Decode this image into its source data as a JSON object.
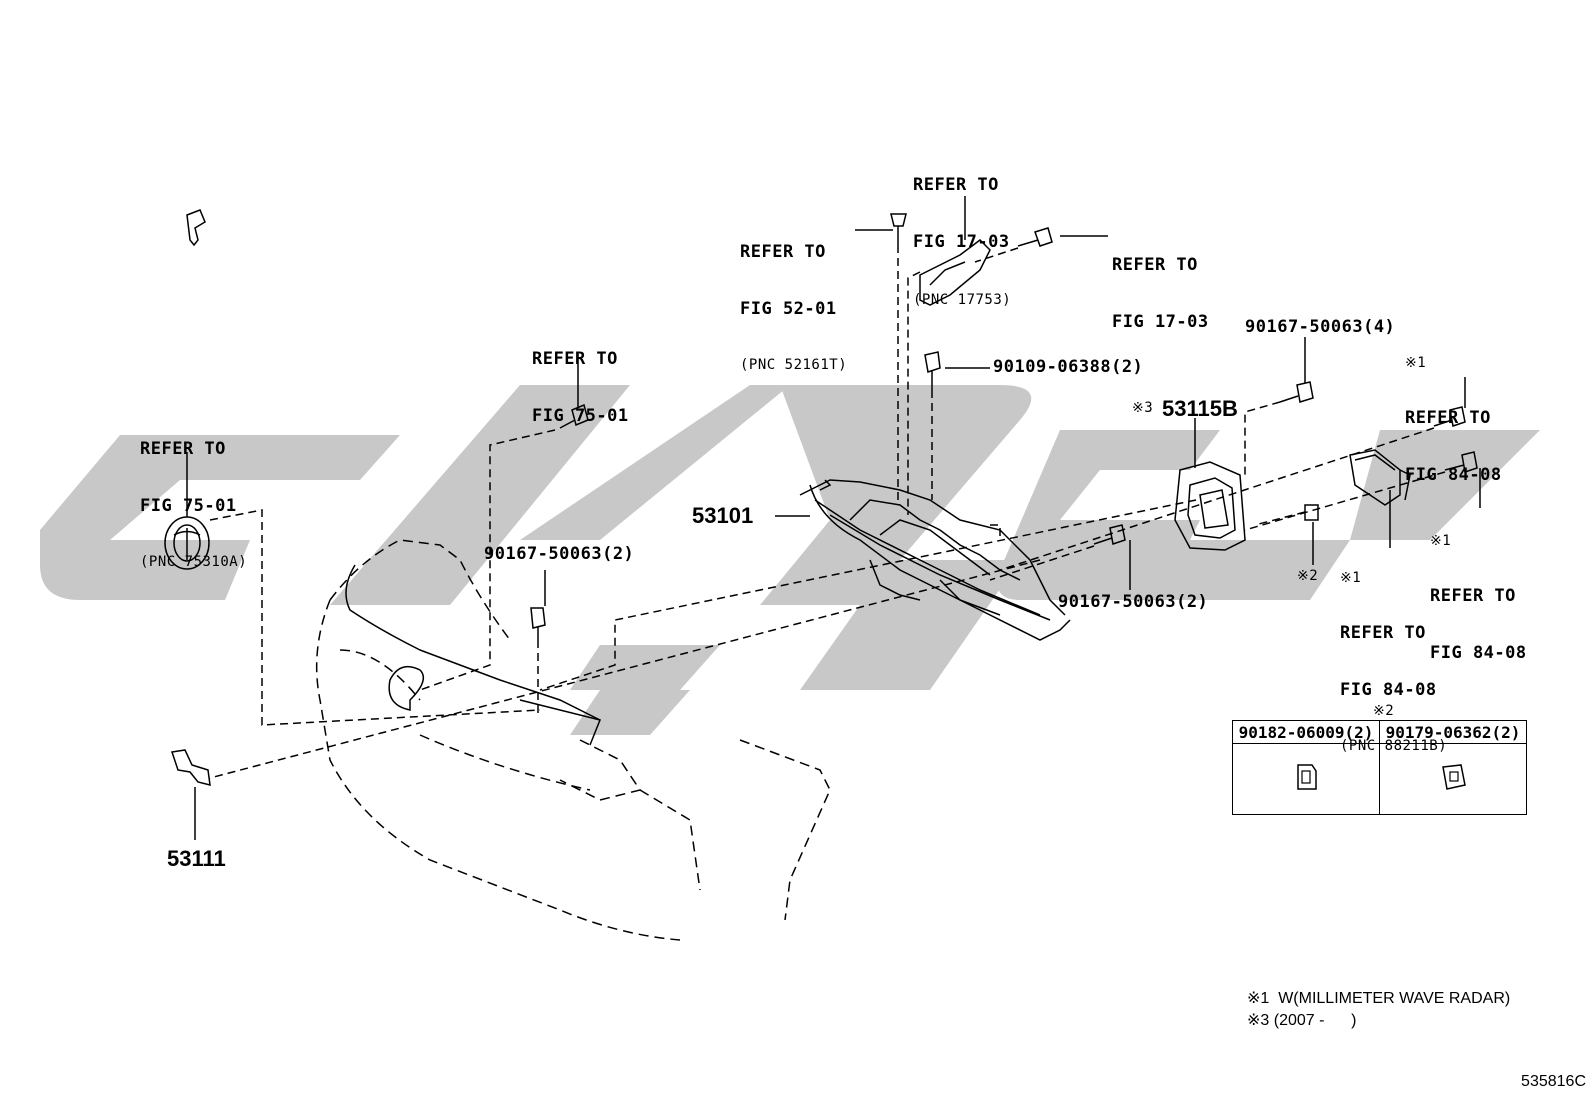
{
  "labels": {
    "emblem_ref": {
      "line1": "REFER TO",
      "line2": "FIG 75-01",
      "line3": "(PNC 75310A)"
    },
    "screw_left_ref": {
      "line1": "REFER TO",
      "line2": "FIG 75-01"
    },
    "clip_ref": {
      "line1": "REFER TO",
      "line2": "FIG 52-01",
      "line3": "(PNC 52161T)"
    },
    "bracket_ref": {
      "line1": "REFER TO",
      "line2": "FIG 17-03",
      "line3": "(PNC 17753)"
    },
    "bolt_top_right_ref": {
      "line1": "REFER TO",
      "line2": "FIG 17-03"
    },
    "bolt_mid": "90109-06388(2)",
    "screw_top_right": "90167-50063(4)",
    "screw_center": "90167-50063(2)",
    "screw_lower_left": "90167-50063(2)",
    "radar_ref_1": {
      "mark": "※1",
      "line1": "REFER TO",
      "line2": "FIG 84-08"
    },
    "radar_ref_2": {
      "mark": "※1",
      "line1": "REFER TO",
      "line2": "FIG 84-08"
    },
    "radar_ref_3": {
      "mark": "※1",
      "line1": "REFER TO",
      "line2": "FIG 84-08",
      "line3": "(PNC 88211B)"
    },
    "nut_mark": "※2",
    "bracket_mark": "※3",
    "kit_mark": "※2"
  },
  "part_numbers": {
    "grille": "53101",
    "radar_bracket": "53115B",
    "bracket_lower": "53111"
  },
  "kit_table": {
    "col1": "90182-06009(2)",
    "col2": "90179-06362(2)"
  },
  "notes": {
    "note1": "※1  W(MILLIMETER WAVE RADAR)",
    "note3": "※3 (2007 -      )"
  },
  "figure_id": "535816C"
}
